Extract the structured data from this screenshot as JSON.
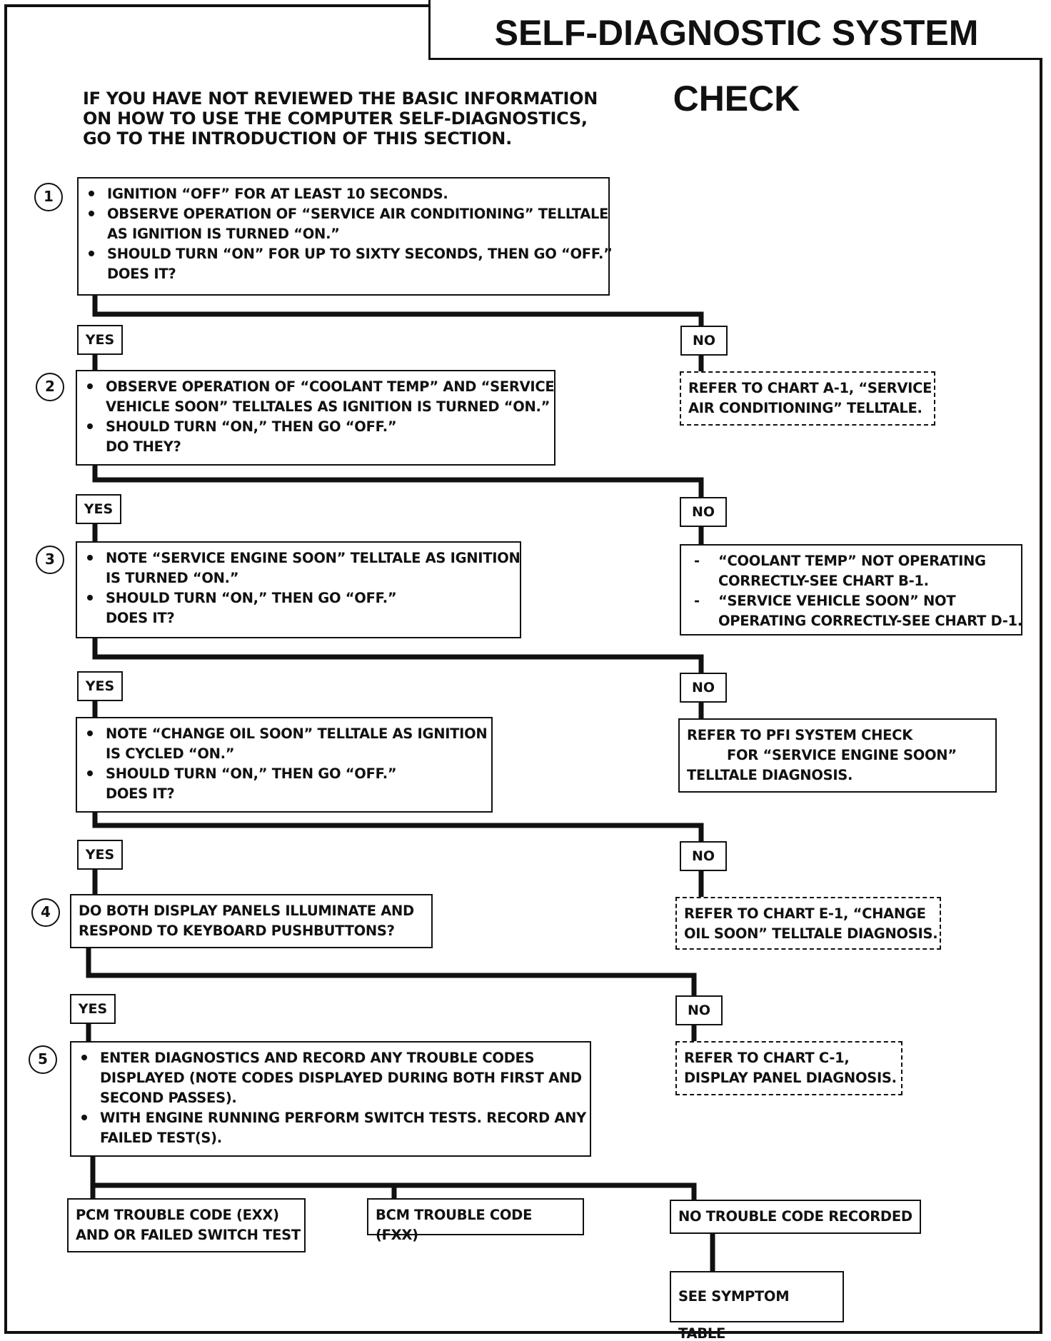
{
  "title": "SELF-DIAGNOSTIC SYSTEM CHECK",
  "intro": [
    "IF YOU HAVE NOT REVIEWED THE BASIC INFORMATION",
    "ON HOW TO USE THE COMPUTER SELF-DIAGNOSTICS,",
    "GO TO THE INTRODUCTION OF THIS SECTION."
  ],
  "labels": {
    "yes": "YES",
    "no": "NO"
  },
  "step_numbers": [
    "1",
    "2",
    "3",
    "4",
    "5"
  ],
  "steps": {
    "step1": {
      "bullets": [
        [
          "IGNITION “OFF” FOR AT LEAST 10 SECONDS."
        ],
        [
          "OBSERVE OPERATION OF “SERVICE AIR CONDITIONING” TELLTALE",
          "AS IGNITION IS TURNED “ON.”"
        ],
        [
          "SHOULD TURN “ON” FOR UP TO SIXTY SECONDS, THEN GO “OFF.”",
          "DOES IT?"
        ]
      ]
    },
    "step2": {
      "bullets": [
        [
          "OBSERVE OPERATION OF “COOLANT TEMP” AND “SERVICE",
          "VEHICLE SOON” TELLTALES AS IGNITION IS TURNED “ON.”"
        ],
        [
          "SHOULD TURN “ON,” THEN GO “OFF.”",
          "DO THEY?"
        ]
      ]
    },
    "step3": {
      "bullets": [
        [
          "NOTE “SERVICE ENGINE SOON” TELLTALE AS IGNITION",
          "IS TURNED “ON.”"
        ],
        [
          "SHOULD TURN “ON,” THEN GO “OFF.”",
          "DOES IT?"
        ]
      ]
    },
    "step3b": {
      "bullets": [
        [
          "NOTE “CHANGE OIL SOON” TELLTALE AS IGNITION",
          "IS CYCLED “ON.”"
        ],
        [
          "SHOULD TURN “ON,” THEN GO “OFF.”",
          "DOES IT?"
        ]
      ]
    },
    "step4": {
      "lines": [
        "DO BOTH DISPLAY PANELS ILLUMINATE AND",
        "RESPOND TO KEYBOARD PUSHBUTTONS?"
      ]
    },
    "step5": {
      "bullets": [
        [
          "ENTER DIAGNOSTICS AND RECORD ANY TROUBLE CODES",
          "DISPLAYED (NOTE CODES DISPLAYED DURING BOTH FIRST AND",
          "SECOND PASSES)."
        ],
        [
          "WITH ENGINE RUNNING PERFORM SWITCH TESTS.  RECORD ANY",
          "FAILED TEST(S)."
        ]
      ]
    }
  },
  "no_results": {
    "no1": [
      "REFER TO  CHART A-1, “SERVICE",
      "AIR CONDITIONING” TELLTALE."
    ],
    "no2": [
      [
        "“COOLANT TEMP” NOT OPERATING",
        "CORRECTLY-SEE CHART B-1."
      ],
      [
        "“SERVICE VEHICLE SOON” NOT",
        "OPERATING CORRECTLY-SEE CHART D-1."
      ]
    ],
    "no3": [
      "REFER TO PFI SYSTEM CHECK",
      "FOR “SERVICE ENGINE SOON”",
      "TELLTALE DIAGNOSIS."
    ],
    "no4": [
      "REFER TO CHART E-1, “CHANGE",
      "OIL SOON” TELLTALE DIAGNOSIS."
    ],
    "no5": [
      "REFER TO CHART C-1,",
      "DISPLAY PANEL DIAGNOSIS."
    ]
  },
  "outcomes": {
    "pcm": [
      "PCM TROUBLE CODE (EXX)",
      "AND OR FAILED SWITCH TEST"
    ],
    "bcm": "BCM TROUBLE CODE (FXX)",
    "none": "NO TROUBLE CODE RECORDED",
    "symptom": "SEE SYMPTOM TABLE"
  }
}
